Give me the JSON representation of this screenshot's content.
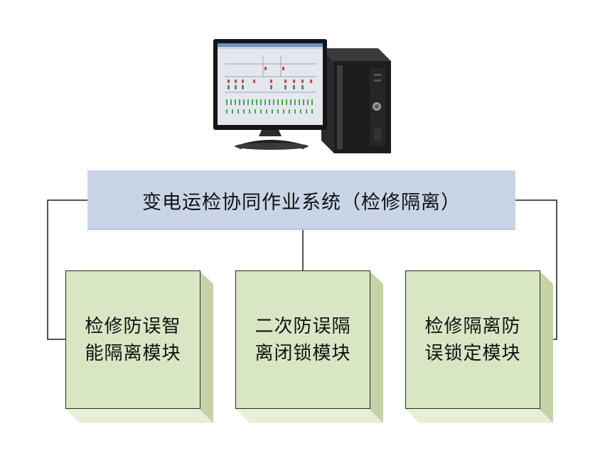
{
  "title": "变电运检协同作业系统（检修隔离）",
  "computer_icon": "desktop-computer-icon",
  "modules": [
    {
      "line1": "检修防误智",
      "line2": "能隔离模块"
    },
    {
      "line1": "二次防误隔",
      "line2": "离闭锁模块"
    },
    {
      "line1": "检修隔离防",
      "line2": "误锁定模块"
    }
  ],
  "colors": {
    "title_fill": "#c9d5e6",
    "module_fill": "#d9e6c4",
    "module_side_light": "#e7efd7",
    "module_side_dark": "#c3d3a7",
    "line": "#1a1a1a"
  }
}
